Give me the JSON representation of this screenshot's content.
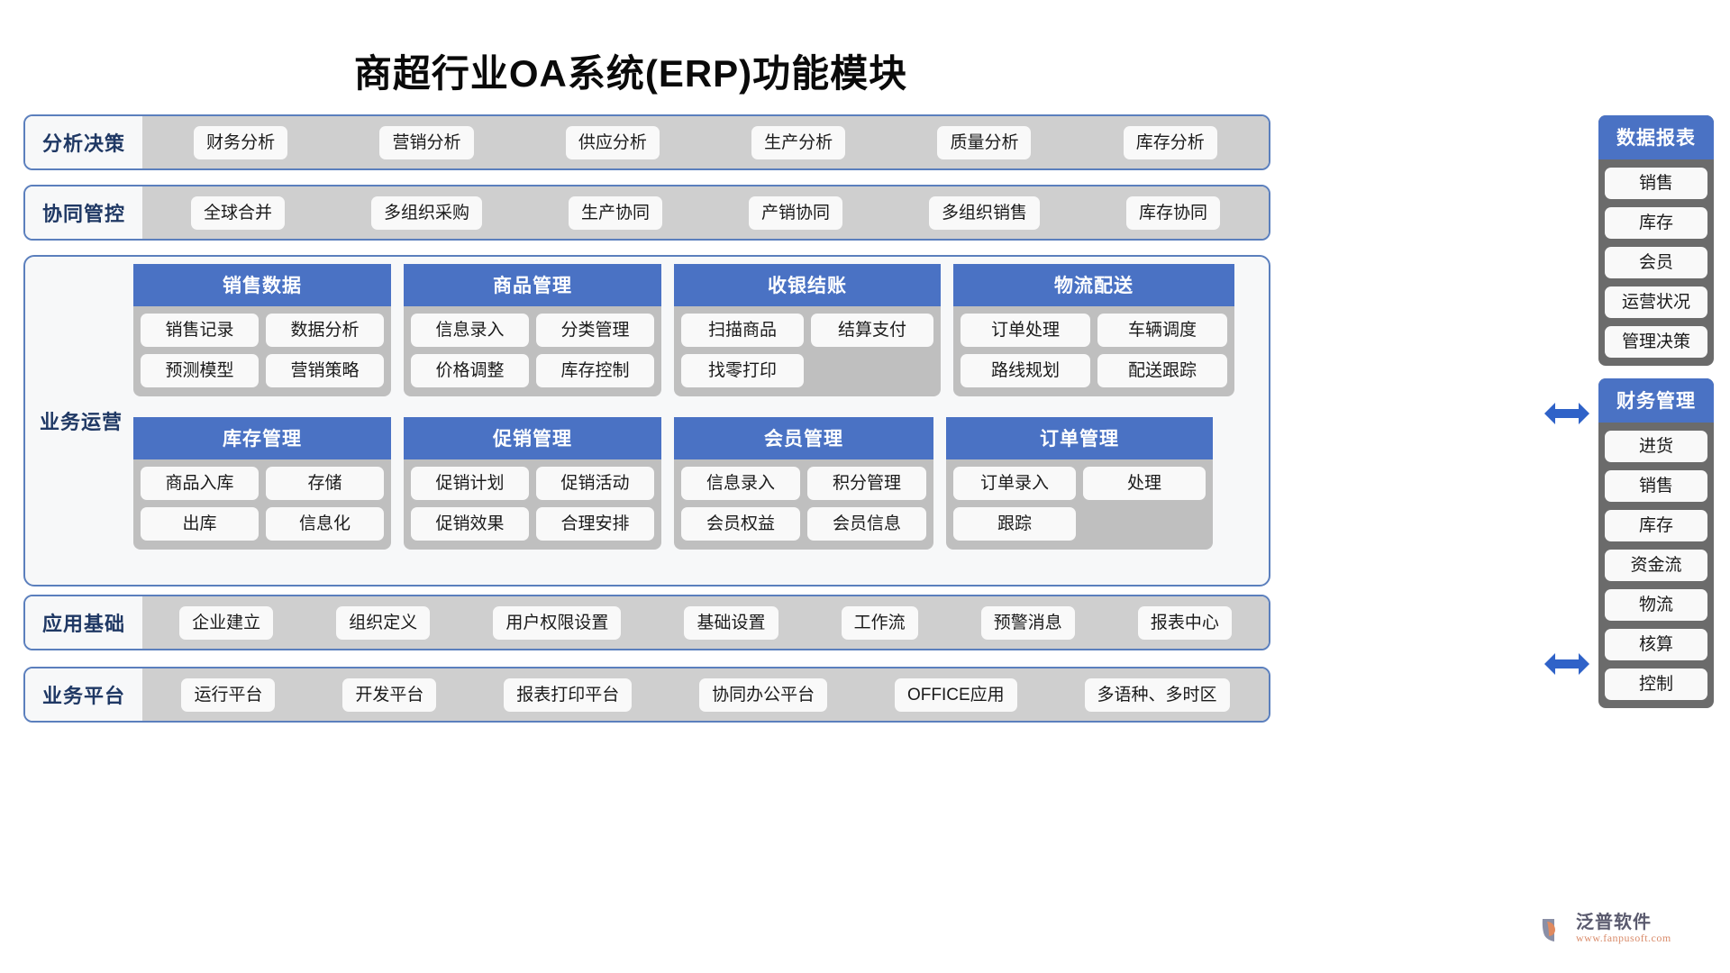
{
  "title": "商超行业OA系统(ERP)功能模块",
  "bands": [
    {
      "label": "分析决策",
      "items": [
        "财务分析",
        "营销分析",
        "供应分析",
        "生产分析",
        "质量分析",
        "库存分析"
      ]
    },
    {
      "label": "协同管控",
      "items": [
        "全球合并",
        "多组织采购",
        "生产协同",
        "产销协同",
        "多组织销售",
        "库存协同"
      ]
    },
    {
      "label": "应用基础",
      "items": [
        "企业建立",
        "组织定义",
        "用户权限设置",
        "基础设置",
        "工作流",
        "预警消息",
        "报表中心"
      ]
    },
    {
      "label": "业务平台",
      "items": [
        "运行平台",
        "开发平台",
        "报表打印平台",
        "协同办公平台",
        "OFFICE应用",
        "多语种、多时区"
      ]
    }
  ],
  "operations": {
    "label": "业务运营",
    "cards": [
      {
        "title": "销售数据",
        "items": [
          "销售记录",
          "数据分析",
          "预测模型",
          "营销策略"
        ]
      },
      {
        "title": "商品管理",
        "items": [
          "信息录入",
          "分类管理",
          "价格调整",
          "库存控制"
        ]
      },
      {
        "title": "收银结账",
        "items": [
          "扫描商品",
          "结算支付",
          "找零打印"
        ]
      },
      {
        "title": "物流配送",
        "items": [
          "订单处理",
          "车辆调度",
          "路线规划",
          "配送跟踪"
        ]
      },
      {
        "title": "库存管理",
        "items": [
          "商品入库",
          "存储",
          "出库",
          "信息化"
        ]
      },
      {
        "title": "促销管理",
        "items": [
          "促销计划",
          "促销活动",
          "促销效果",
          "合理安排"
        ]
      },
      {
        "title": "会员管理",
        "items": [
          "信息录入",
          "积分管理",
          "会员权益",
          "会员信息"
        ]
      },
      {
        "title": "订单管理",
        "items": [
          "订单录入",
          "处理",
          "跟踪"
        ]
      }
    ]
  },
  "sidebars": [
    {
      "title": "数据报表",
      "items": [
        "销售",
        "库存",
        "会员",
        "运营状况",
        "管理决策"
      ]
    },
    {
      "title": "财务管理",
      "items": [
        "进货",
        "销售",
        "库存",
        "资金流",
        "物流",
        "核算",
        "控制"
      ]
    }
  ],
  "logo": {
    "name": "泛普软件",
    "url": "www.fanpusoft.com"
  },
  "colors": {
    "accent_blue": "#4a72c4",
    "border_blue": "#5b7fbd",
    "label_navy": "#1f3864",
    "strip_gray": "#cfcfcf",
    "card_gray": "#bfbfbf",
    "sidebar_gray": "#6b6b6b",
    "pill_white": "#f9f9f9",
    "arrow_blue": "#2f62c8"
  }
}
